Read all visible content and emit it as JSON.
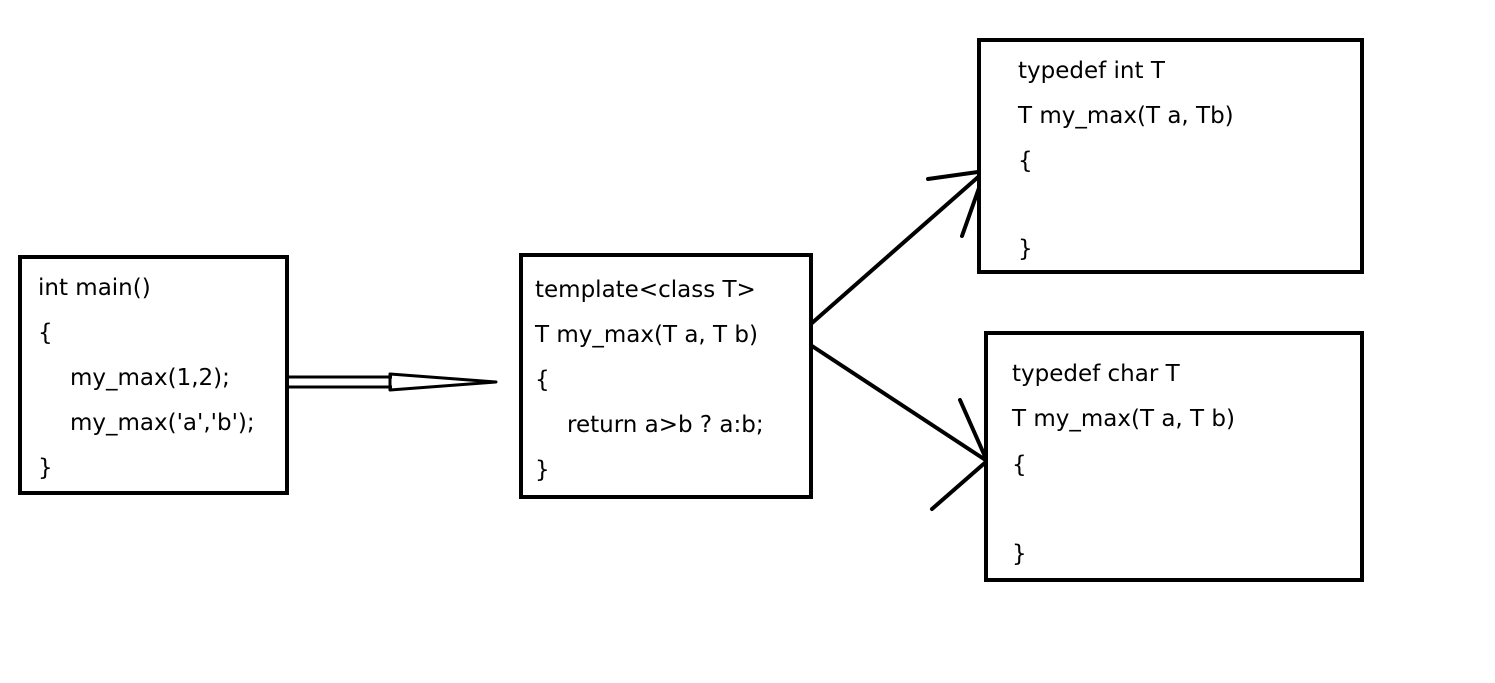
{
  "main_box": {
    "lines": [
      "int main()",
      "{",
      "my_max(1,2);",
      "my_max('a','b');",
      "}"
    ]
  },
  "template_box": {
    "lines": [
      "template<class T>",
      "T my_max(T a, T b)",
      "{",
      "return a>b ? a:b;",
      "}"
    ]
  },
  "int_box": {
    "lines": [
      "typedef int T",
      "T my_max(T a, Tb)",
      "{",
      "}"
    ]
  },
  "char_box": {
    "lines": [
      "typedef char T",
      "T my_max(T a, T b)",
      "{",
      "}"
    ]
  }
}
